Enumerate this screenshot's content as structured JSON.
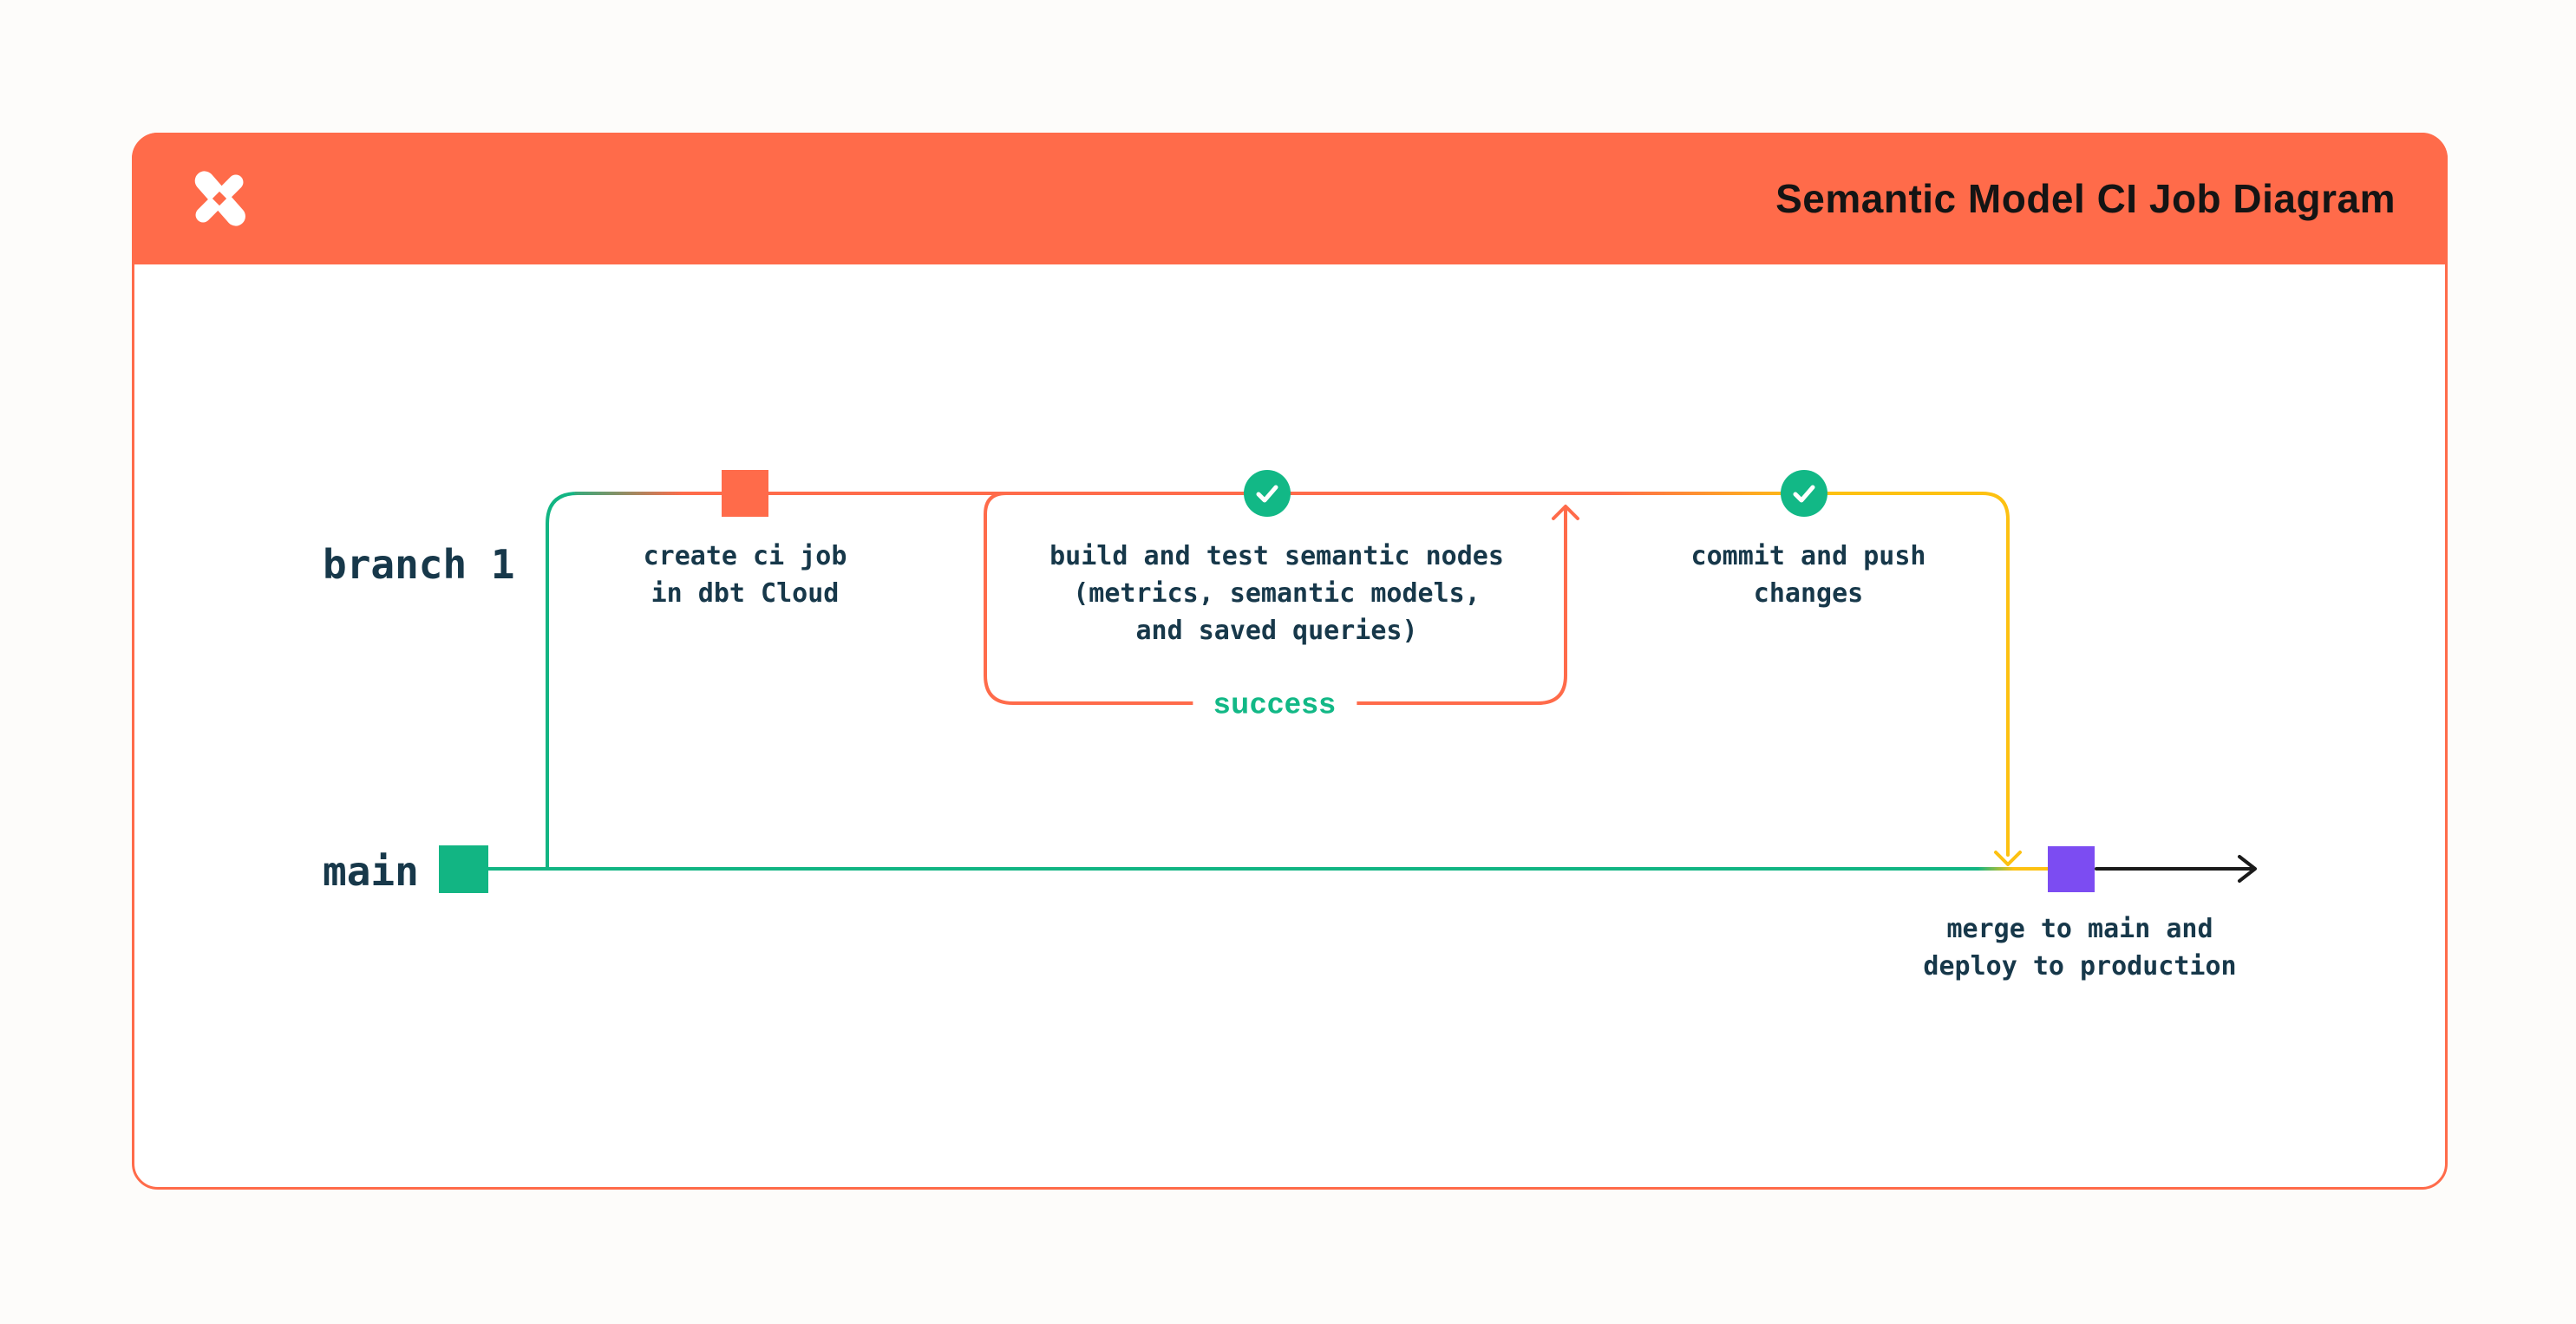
{
  "header": {
    "title": "Semantic Model CI Job Diagram",
    "logo": "dbt-logo"
  },
  "diagram": {
    "branch_label": "branch 1",
    "main_label": "main",
    "loop_label": "success",
    "nodes": [
      {
        "id": "create-ci-job",
        "marker": "orange-square",
        "lines": [
          "create ci job",
          "in dbt Cloud"
        ]
      },
      {
        "id": "build-and-test",
        "marker": "check-circle",
        "lines": [
          "build and test semantic nodes",
          "(metrics, semantic models,",
          "and saved queries)"
        ]
      },
      {
        "id": "commit-push",
        "marker": "check-circle",
        "lines": [
          "commit and push",
          "changes"
        ]
      },
      {
        "id": "merge-deploy",
        "marker": "purple-square",
        "lines": [
          "merge to main and",
          "deploy to production"
        ]
      }
    ],
    "colors": {
      "accent_orange": "#ff6b4a",
      "branch_green": "#12b583",
      "check_green": "#12b886",
      "merge_yellow": "#fdc111",
      "deploy_purple": "#7c4cf2",
      "text_ink": "#17384a",
      "title_ink": "#141414",
      "arrow_black": "#1a1a1a"
    }
  }
}
